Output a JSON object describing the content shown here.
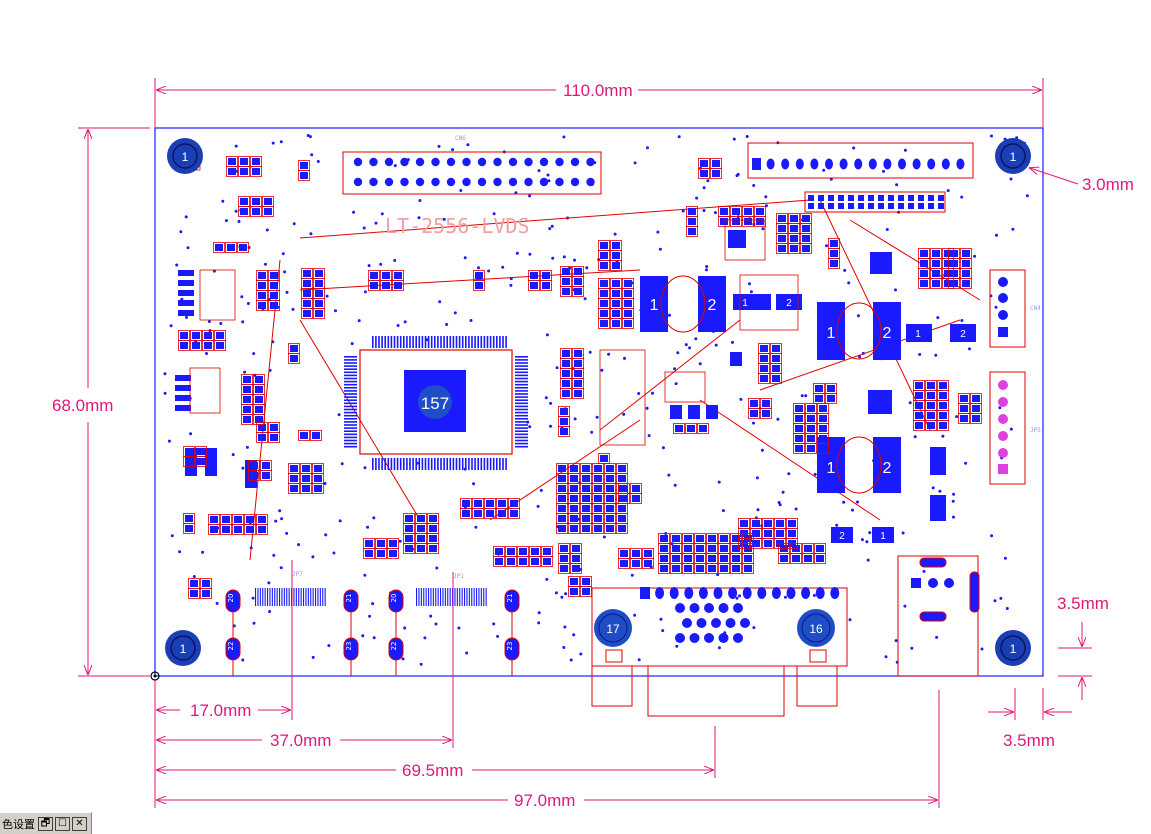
{
  "board": {
    "name": "LT-2556-LVDS",
    "connector_top_label": "CN6",
    "chip_label": "157",
    "mount_hole_label": "1",
    "vga_pin_left": "17",
    "vga_pin_right": "16",
    "jp5_label": "JP5",
    "cn4_label": "CN4",
    "jp7_label": "JP7",
    "jp1_label": "JP1",
    "lcd_pin_labels": [
      "20",
      "21",
      "20",
      "21"
    ],
    "lcd_bottom_labels": [
      "22",
      "23",
      "22",
      "23"
    ]
  },
  "dimensions": {
    "width": "110.0mm",
    "height": "68.0mm",
    "hole_offset": "3.0mm",
    "right_margin_top": "3.5mm",
    "right_margin_bottom": "3.5mm",
    "d17": "17.0mm",
    "d37": "37.0mm",
    "d69": "69.5mm",
    "d97": "97.0mm"
  },
  "taskbar": {
    "title": "色设置",
    "buttons": [
      "🗗",
      "☐",
      "✕"
    ]
  },
  "colors": {
    "board_outline": "#0000ff",
    "copper": "#0000ff",
    "trace": "#ff0000",
    "dimension": "#e0187a",
    "hole": "#1a3eb5"
  }
}
